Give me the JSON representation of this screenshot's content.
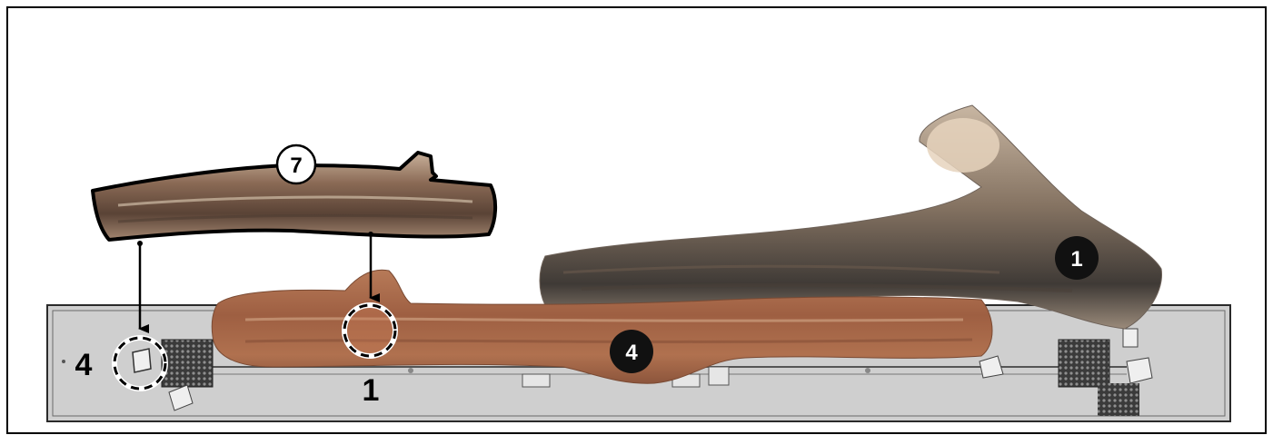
{
  "callouts": {
    "log_top_left": "7",
    "log_right": "1",
    "log_front": "4"
  },
  "labels": {
    "left_slot": "4",
    "front_slot": "1"
  },
  "colors": {
    "tray": "#cfcfcf",
    "tray_edge": "#2a2a2a",
    "bark": "#8a6a55",
    "bark_dark": "#5a4336",
    "bark_light": "#c9b19b",
    "front_log": "#b0714f",
    "front_log_light": "#d6a37e",
    "grate": "#2b2b2b",
    "callout_fill": "#111111",
    "frame": "#000000"
  },
  "icons": [
    "arrow-down-icon",
    "dashed-circle-icon",
    "mesh-grille-icon"
  ]
}
